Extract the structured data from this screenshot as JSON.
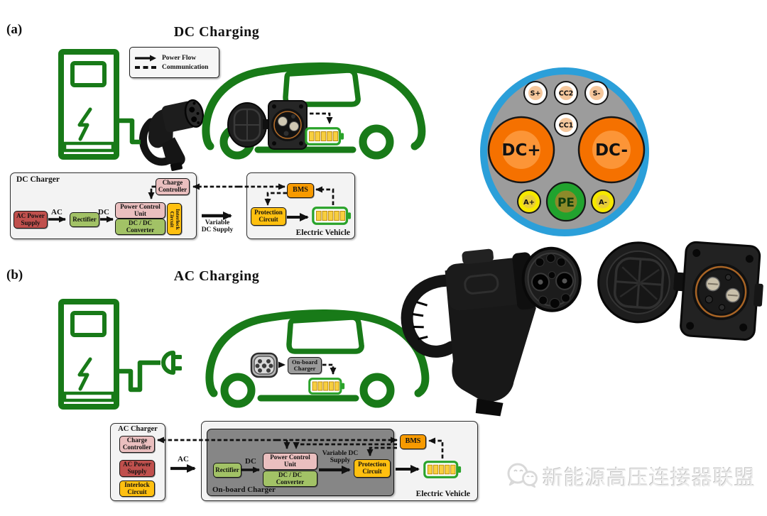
{
  "section_a": {
    "label": "(a)",
    "title": "DC Charging",
    "legend": {
      "power_flow": "Power Flow",
      "communication": "Communication"
    },
    "dc_charger": {
      "title": "DC Charger",
      "ac_power_supply": "AC Power Supply",
      "ac_label": "AC",
      "rectifier": "Rectifier",
      "dc_label": "DC",
      "power_control_unit": "Power Control Unit",
      "dc_dc_converter": "DC / DC Converter",
      "interlock_circuit": "Interlock Circuit",
      "charge_controller": "Charge Controller"
    },
    "variable_dc_supply": "Variable DC Supply",
    "electric_vehicle": {
      "title": "Electric Vehicle",
      "bms": "BMS",
      "protection_circuit": "Protection Circuit"
    }
  },
  "connector_pinout": {
    "pins": {
      "s_plus": "S+",
      "cc2": "CC2",
      "s_minus": "S-",
      "cc1": "CC1",
      "dc_plus": "DC+",
      "dc_minus": "DC-",
      "a_plus": "A+",
      "pe": "PE",
      "a_minus": "A-"
    },
    "colors": {
      "ring": "#2b9fd9",
      "body": "#9c9c9c",
      "dc_pin": "#f57100",
      "dc_pin_inner": "#fc9537",
      "signal_inner": "#f5c79c",
      "aux_pin": "#f6e800",
      "pe_pin": "#21a32e",
      "pe_inner": "#8d8a2a"
    }
  },
  "section_b": {
    "label": "(b)",
    "title": "AC Charging",
    "ac_charger": {
      "title": "AC Charger",
      "charge_controller": "Charge Controller",
      "ac_power_supply": "AC Power Supply",
      "interlock_circuit": "Interlock Circuit"
    },
    "ac_label": "AC",
    "car_onboard_charger": "On-board Charger",
    "electric_vehicle": {
      "title": "Electric Vehicle",
      "onboard_charger": {
        "title": "On-board Charger",
        "rectifier": "Rectifier",
        "dc_label": "DC",
        "power_control_unit": "Power Control Unit",
        "dc_dc_converter": "DC / DC Converter"
      },
      "variable_dc_supply": "Variable DC Supply",
      "protection_circuit": "Protection Circuit",
      "bms": "BMS"
    }
  },
  "watermark": {
    "text": "新能源高压连接器联盟"
  },
  "colors": {
    "green_line": "#187a18",
    "battery_green": "#2aa32a",
    "battery_yellow": "#f8cf3f"
  }
}
